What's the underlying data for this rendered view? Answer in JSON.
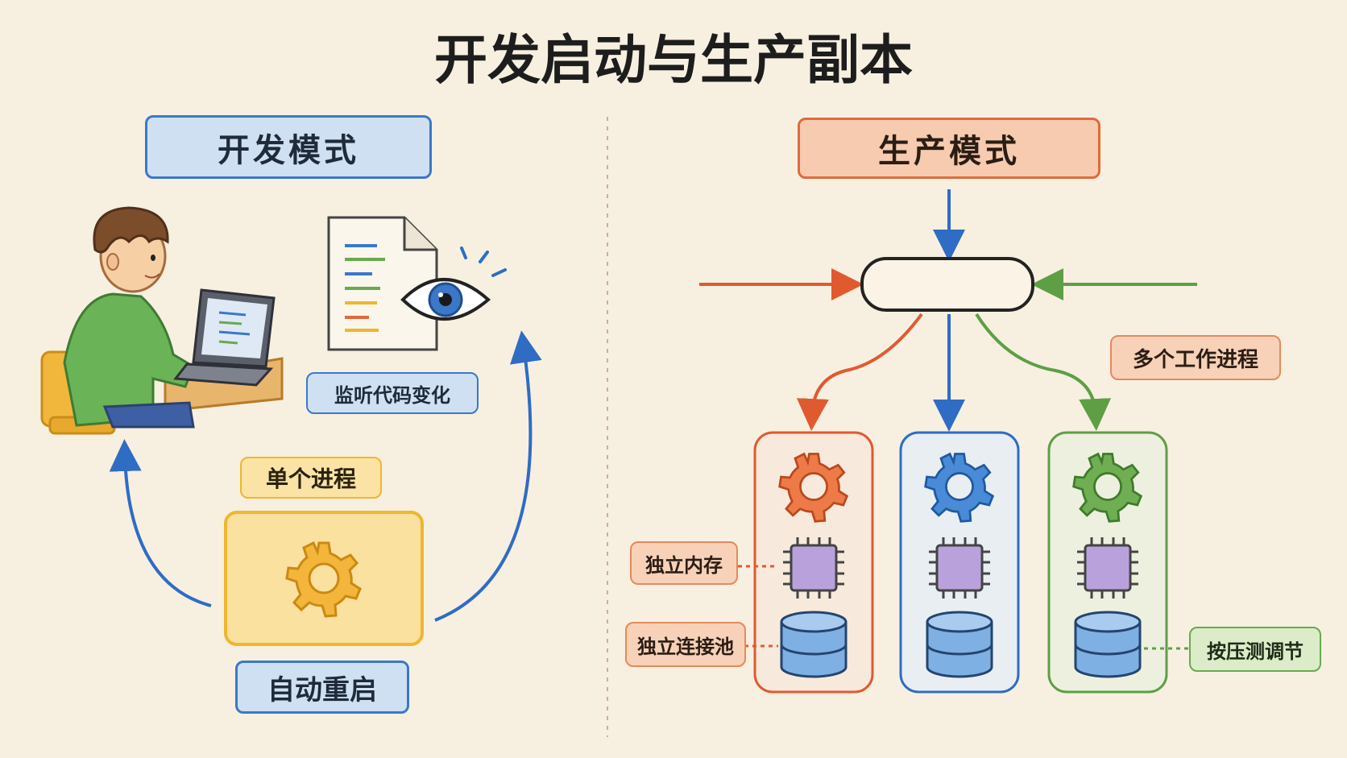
{
  "title": "开发启动与生产副本",
  "dev": {
    "heading": "开发模式",
    "watch_label": "监听代码变化",
    "single_process_label": "单个进程",
    "auto_restart_label": "自动重启"
  },
  "prod": {
    "heading": "生产模式",
    "workers_label": "多个工作进程",
    "memory_label": "独立内存",
    "pool_label": "独立连接池",
    "tuning_label": "按压测调节"
  },
  "colors": {
    "background": "#f7f0e1",
    "blue": "#3b78c9",
    "orange": "#e06a3c",
    "green": "#5e9f45",
    "yellow": "#efb62f",
    "purple": "#b9a2dc"
  },
  "icons": [
    "developer-illustration",
    "laptop-icon",
    "code-document-icon",
    "eye-icon",
    "gear-icon",
    "cpu-chip-icon",
    "database-icon",
    "load-balancer-shape"
  ]
}
